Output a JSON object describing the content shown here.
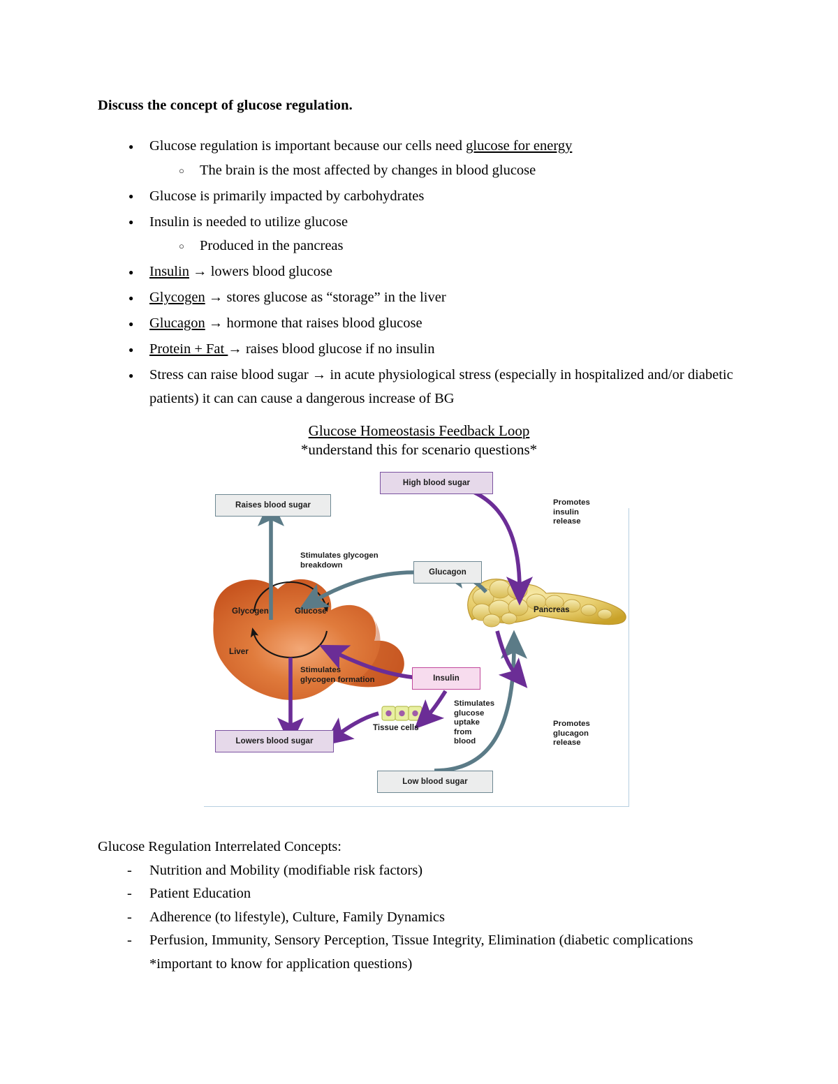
{
  "document": {
    "heading": "Discuss the concept of glucose regulation.",
    "bullets": [
      {
        "text_before": "Glucose regulation is important because our cells need ",
        "underlined": "glucose for energy",
        "sub": [
          "The brain is the most affected by changes in blood glucose"
        ]
      },
      {
        "text_before": "Glucose is primarily impacted by carbohydrates",
        "underlined": "",
        "sub": []
      },
      {
        "text_before": "Insulin is needed to utilize glucose",
        "underlined": "",
        "sub": [
          "Produced in the pancreas"
        ]
      },
      {
        "lead": "Insulin",
        "rest": " → lowers blood glucose"
      },
      {
        "lead": "Glycogen",
        "rest": " → stores glucose as “storage” in the liver"
      },
      {
        "lead": "Glucagon",
        "rest": " → hormone that raises blood glucose"
      },
      {
        "lead": "Protein + Fat ",
        "rest": "→ raises blood glucose if no insulin"
      },
      {
        "plain": "Stress can raise blood sugar → in acute physiological stress (especially in hospitalized and/or diabetic patients) it can can cause a dangerous increase of BG"
      }
    ]
  },
  "figure": {
    "title": "Glucose Homeostasis Feedback Loop",
    "subtitle": "*understand this for scenario questions*",
    "nodes": {
      "high_blood_sugar": "High blood sugar",
      "low_blood_sugar": "Low blood sugar",
      "raises_blood_sugar": "Raises blood sugar",
      "lowers_blood_sugar": "Lowers blood sugar",
      "glucagon": "Glucagon",
      "insulin": "Insulin"
    },
    "captions": {
      "promotes_insulin_release": "Promotes\ninsulin\nrelease",
      "promotes_glucagon_release": "Promotes\nglucagon\nrelease",
      "stimulates_glycogen_breakdown": "Stimulates glycogen\nbreakdown",
      "stimulates_glycogen_formation": "Stimulates\nglycogen formation",
      "stimulates_glucose_uptake": "Stimulates\nglucose\nuptake\nfrom\nblood"
    },
    "organs": {
      "liver": "Liver",
      "pancreas": "Pancreas",
      "glycogen": "Glycogen",
      "glucose": "Glucose",
      "tissue_cells": "Tissue cells"
    },
    "colors": {
      "purple_arrow": "#6b2d96",
      "teal_arrow": "#5b7b87",
      "lavender_fill": "#e6d9ea",
      "lavender_border": "#7b52a0",
      "gray_fill": "#eceded",
      "gray_border": "#6d8792",
      "pink_fill": "#f7dcee",
      "pink_border": "#c0479b",
      "liver_orange": "#d9632a",
      "pancreas_yellow": "#e8cf6a",
      "cell_green": "#e8eea0",
      "frame_blue": "#b6cfe0"
    }
  },
  "lower_section": {
    "intro": "Glucose Regulation Interrelated Concepts:",
    "items": [
      "Nutrition and Mobility (modifiable risk factors)",
      "Patient Education",
      "Adherence (to lifestyle), Culture, Family Dynamics",
      "Perfusion, Immunity, Sensory Perception, Tissue Integrity, Elimination (diabetic complications *important to know for application questions)"
    ]
  }
}
